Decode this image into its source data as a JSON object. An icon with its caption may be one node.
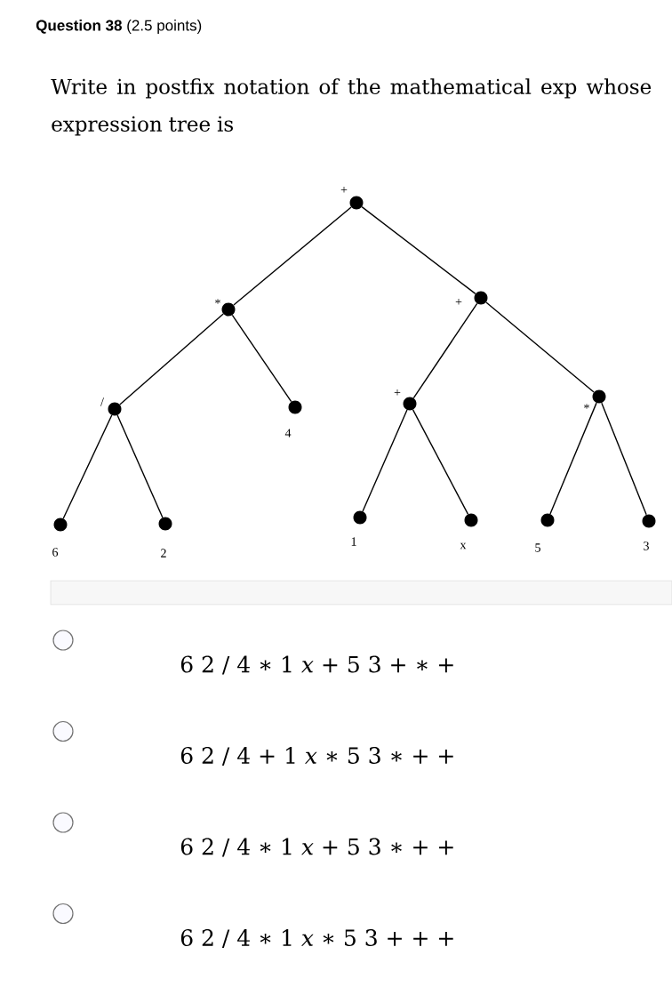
{
  "diagram": {
    "title": "**Question 38** (2.5 points)",
    "nodes": [
      {
        "text": [],
        "shape": "circle",
        "beside": [
          "+"
        ]
      },
      {
        "text": [],
        "shape": "circle",
        "beside": [
          "*"
        ]
      },
      {
        "text": [],
        "shape": "circle",
        "beside": [
          "+"
        ]
      },
      {
        "text": [],
        "shape": "circle",
        "beside": [
          "/"
        ]
      },
      {
        "text": [],
        "shape": "circle",
        "beside": [
          "4"
        ]
      },
      {
        "text": [],
        "shape": "circle",
        "beside": [
          "+"
        ]
      },
      {
        "text": [],
        "shape": "circle",
        "beside": [
          "*"
        ]
      },
      {
        "text": [],
        "shape": "circle",
        "beside": [
          "6"
        ]
      },
      {
        "text": [],
        "shape": "circle",
        "beside": [
          "2"
        ]
      },
      {
        "text": [],
        "shape": "circle",
        "beside": [
          "1"
        ]
      },
      {
        "text": [],
        "shape": "circle",
        "beside": [
          "x"
        ]
      },
      {
        "text": [],
        "shape": "circle",
        "beside": [
          "5"
        ]
      },
      {
        "text": [],
        "shape": "circle",
        "beside": [
          "3"
        ]
      },
      {
        "text": [],
        "shape": "bar"
      }
    ],
    "edges": [
      {
        "from": 0,
        "to": 1,
        "arrow": "none"
      },
      {
        "from": 0,
        "to": 2,
        "arrow": "none"
      },
      {
        "from": 1,
        "to": 3,
        "arrow": "none"
      },
      {
        "from": 1,
        "to": 4,
        "arrow": "none"
      },
      {
        "from": 2,
        "to": 5,
        "arrow": "none"
      },
      {
        "from": 2,
        "to": 6,
        "arrow": "none"
      },
      {
        "from": 3,
        "to": 7,
        "arrow": "none"
      },
      {
        "from": 3,
        "to": 8,
        "arrow": "none"
      },
      {
        "from": 5,
        "to": 9,
        "arrow": "none"
      },
      {
        "from": 5,
        "to": 10,
        "arrow": "none"
      },
      {
        "from": 6,
        "to": 11,
        "arrow": "none"
      },
      {
        "from": 6,
        "to": 12,
        "arrow": "none"
      }
    ],
    "labels": [
      "Write in postfix notation of the mathematical exp whose expression tree is",
      "6 2 / 4 ∗ 1 *x* + 5 3 + ∗ +",
      "6 2 / 4 + 1 *x* ∗ 5 3 ∗ + +",
      "6 2 / 4 ∗ 1 *x* + 5 3 ∗ + +",
      "6 2 / 4 ∗ 1 *x* ∗ 5 3 + + +"
    ]
  }
}
